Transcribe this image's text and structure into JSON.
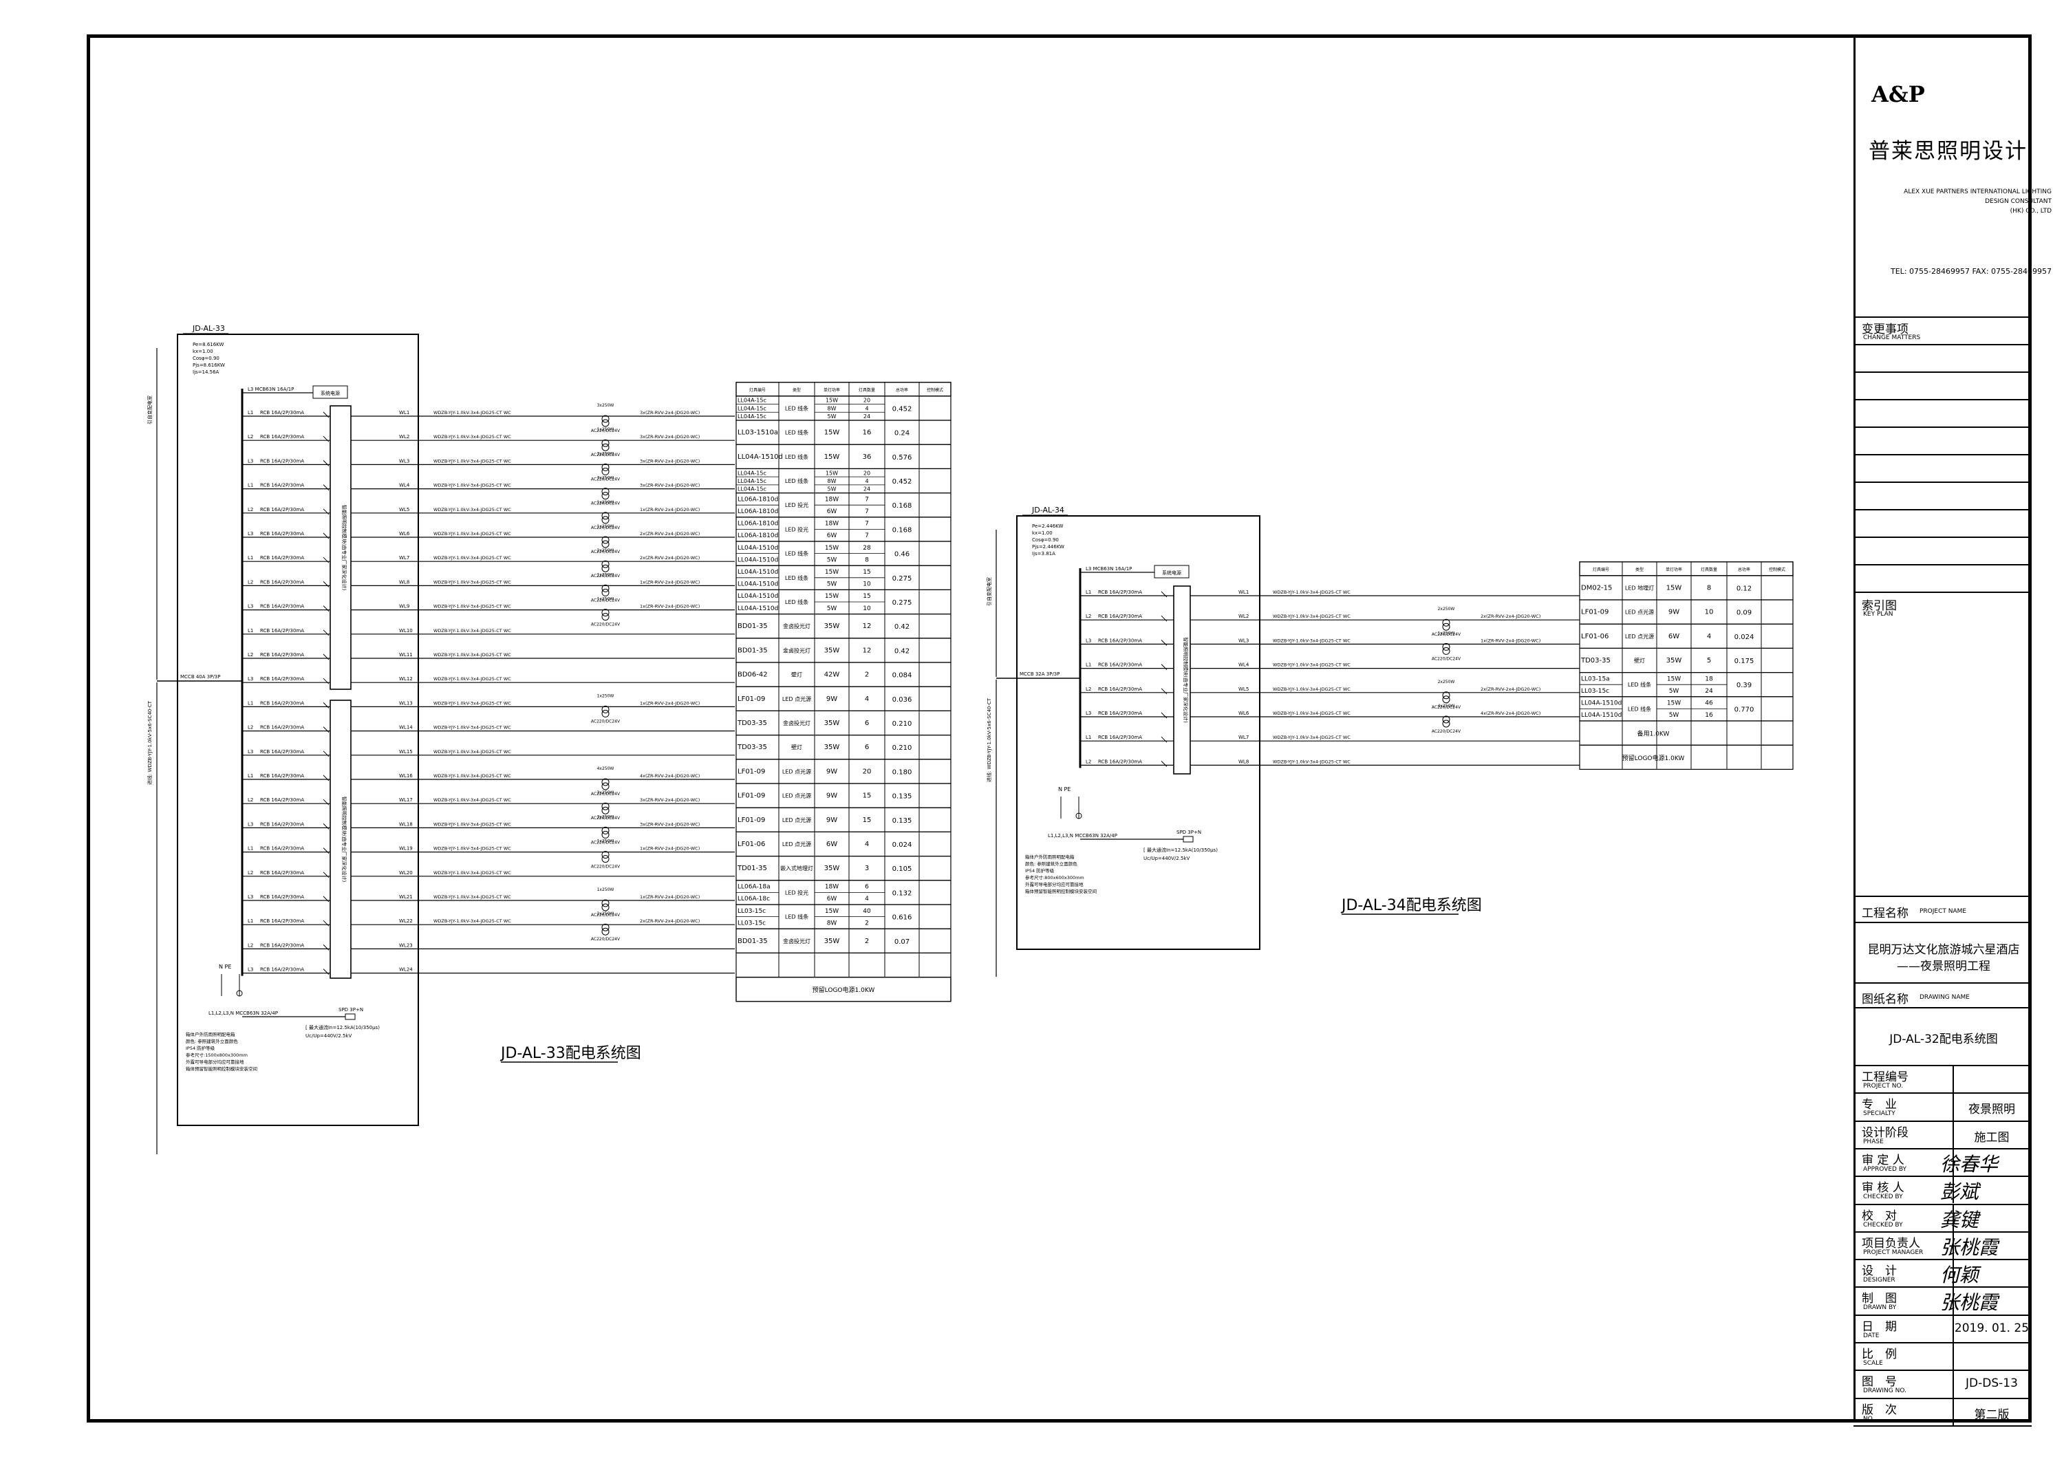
{
  "sheet": {
    "logo": "A&P",
    "company_cn": "普莱思照明设计",
    "company_en_1": "ALEX XUE PARTNERS INTERNATIONAL LIGHTING",
    "company_en_2": "DESIGN CONSULTANT",
    "company_en_3": "(HK) CO., LTD",
    "tel": "TEL: 0755-28469957   FAX: 0755-28469957",
    "change_cn": "变更事项",
    "change_en": "CHANGE MATTERS",
    "keyplan_cn": "索引图",
    "keyplan_en": "KEY PLAN",
    "project_label": "工程名称",
    "project_label_en": "PROJECT NAME",
    "project_name_1": "昆明万达文化旅游城六星酒店",
    "project_name_2": "——夜景照明工程",
    "drawing_label": "图纸名称",
    "drawing_label_en": "DRAWING NAME",
    "drawing_name": "JD-AL-32配电系统图",
    "rows": [
      {
        "cn": "工程编号",
        "en": "PROJECT NO.",
        "value": ""
      },
      {
        "cn": "专　业",
        "en": "SPECIALTY",
        "value": "夜景照明"
      },
      {
        "cn": "设计阶段",
        "en": "PHASE",
        "value": "施工图"
      },
      {
        "cn": "审 定 人",
        "en": "APPROVED BY",
        "value": "",
        "sig": "徐春华"
      },
      {
        "cn": "审 核 人",
        "en": "CHECKED BY",
        "value": "",
        "sig": "彭斌"
      },
      {
        "cn": "校　对",
        "en": "CHECKED BY",
        "value": "",
        "sig": "龚键"
      },
      {
        "cn": "项目负责人",
        "en": "PROJECT MANAGER",
        "value": "",
        "sig": "张桃霞"
      },
      {
        "cn": "设　计",
        "en": "DESIGNER",
        "value": "",
        "sig": "何颖"
      },
      {
        "cn": "制　图",
        "en": "DRAWN BY",
        "value": "",
        "sig": "张桃霞"
      },
      {
        "cn": "日　期",
        "en": "DATE",
        "value": "2019. 01. 25"
      },
      {
        "cn": "比　例",
        "en": "SCALE",
        "value": ""
      },
      {
        "cn": "图　号",
        "en": "DRAWING NO.",
        "value": "JD-DS-13"
      },
      {
        "cn": "版　次",
        "en": "NO.",
        "value": "第二版"
      }
    ]
  },
  "diagram_33": {
    "box_label": "JD-AL-33",
    "title": "JD-AL-33配电系统图",
    "params": [
      "Pe=8.616KW",
      "kx=1.00",
      "Cosφ=0.90",
      "Pjs=8.616KW",
      "Ijs=14.56A"
    ],
    "main_breaker": "MCCB 40A 3P/3P",
    "incoming_cable": "进线: WDZB-YJY-1.0kV-5x6-SC40-CT",
    "left_source": "引自变配电室",
    "control_box": "系统电源",
    "top_breaker": "L3  MCB63N 16A/1P",
    "loop_note": "智能照明控制模块(由专业厂家深化设计)",
    "ground": "N   PE",
    "spd_breaker": "L1,L2,L3,N   MCCB63N 32A/4P",
    "spd": "SPD 3P+N",
    "spd_note": "[ 最大通流In=12.5kA(10/350μs)",
    "spd_note2": "Uc/Up=440V/2.5kV",
    "notes": [
      "箱体户外防雨照明配电箱",
      "颜色: 参照建筑外立面颜色",
      "IP54  防护等级",
      "参考尺寸:1500x800x300mm",
      "外露可导电部分均应可靠接地",
      "箱体预留智能照明控制模块安装空间"
    ],
    "circuits": [
      {
        "phase": "L1",
        "breaker": "RCB 16A/2P/30mA",
        "wl": "WL1",
        "cable": "WDZB-YJY-1.0kV-3x4-JDG25-CT WC",
        "qty": "3x250W",
        "lamp_cable": "3x(ZR-RVV-2x4-JDG20-WC)",
        "rows": [
          [
            "LL04A-15c",
            "LED 线条",
            "15W",
            "20"
          ],
          [
            "LL04A-15c",
            "",
            "8W",
            "4"
          ],
          [
            "LL04A-15c",
            "",
            "5W",
            "24"
          ]
        ],
        "load": "0.452"
      },
      {
        "phase": "L2",
        "breaker": "RCB 16A/2P/30mA",
        "wl": "WL2",
        "cable": "WDZB-YJY-1.0kV-3x4-JDG25-CT WC",
        "qty": "1x250W",
        "lamp_cable": "3x(ZR-RVV-2x4-JDG20-WC)",
        "rows": [
          [
            "LL03-1510a",
            "LED 线条",
            "15W",
            "16"
          ]
        ],
        "load": "0.24"
      },
      {
        "phase": "L3",
        "breaker": "RCB 16A/2P/30mA",
        "wl": "WL3",
        "cable": "WDZB-YJY-1.0kV-3x4-JDG25-CT WC",
        "qty": "3x250W",
        "lamp_cable": "3x(ZR-RVV-2x4-JDG20-WC)",
        "rows": [
          [
            "LL04A-1510d",
            "LED 线条",
            "15W",
            "36"
          ]
        ],
        "load": "0.576"
      },
      {
        "phase": "L1",
        "breaker": "RCB 16A/2P/30mA",
        "wl": "WL4",
        "cable": "WDZB-YJY-1.0kV-3x4-JDG25-CT WC",
        "qty": "3x250W",
        "lamp_cable": "3x(ZR-RVV-2x4-JDG20-WC)",
        "rows": [
          [
            "LL04A-15c",
            "LED 线条",
            "15W",
            "20"
          ],
          [
            "LL04A-15c",
            "",
            "8W",
            "4"
          ],
          [
            "LL04A-15c",
            "",
            "5W",
            "24"
          ]
        ],
        "load": "0.452"
      },
      {
        "phase": "L2",
        "breaker": "RCB 16A/2P/30mA",
        "wl": "WL5",
        "cable": "WDZB-YJY-1.0kV-3x4-JDG25-CT WC",
        "qty": "1x250W",
        "lamp_cable": "1x(ZR-RVV-2x4-JDG20-WC)",
        "rows": [
          [
            "LL06A-1810d",
            "LED 投光",
            "18W",
            "7"
          ],
          [
            "LL06A-1810d",
            "",
            "6W",
            "7"
          ]
        ],
        "load": "0.168"
      },
      {
        "phase": "L3",
        "breaker": "RCB 16A/2P/30mA",
        "wl": "WL6",
        "cable": "WDZB-YJY-1.0kV-3x4-JDG25-CT WC",
        "qty": "1x250W",
        "lamp_cable": "2x(ZR-RVV-2x4-JDG20-WC)",
        "rows": [
          [
            "LL06A-1810d",
            "LED 投光",
            "18W",
            "7"
          ],
          [
            "LL06A-1810d",
            "",
            "6W",
            "7"
          ]
        ],
        "load": "0.168"
      },
      {
        "phase": "L1",
        "breaker": "RCB 16A/2P/30mA",
        "wl": "WL7",
        "cable": "WDZB-YJY-1.0kV-3x4-JDG25-CT WC",
        "qty": "2x250W",
        "lamp_cable": "2x(ZR-RVV-2x4-JDG20-WC)",
        "rows": [
          [
            "LL04A-1510d",
            "LED 线条",
            "15W",
            "28"
          ],
          [
            "LL04A-1510d",
            "",
            "5W",
            "8"
          ]
        ],
        "load": "0.46"
      },
      {
        "phase": "L2",
        "breaker": "RCB 16A/2P/30mA",
        "wl": "WL8",
        "cable": "WDZB-YJY-1.0kV-3x4-JDG25-CT WC",
        "qty": "1x250W",
        "lamp_cable": "1x(ZR-RVV-2x4-JDG20-WC)",
        "rows": [
          [
            "LL04A-1510d",
            "LED 线条",
            "15W",
            "15"
          ],
          [
            "LL04A-1510d",
            "",
            "5W",
            "10"
          ]
        ],
        "load": "0.275"
      },
      {
        "phase": "L3",
        "breaker": "RCB 16A/2P/30mA",
        "wl": "WL9",
        "cable": "WDZB-YJY-1.0kV-3x4-JDG25-CT WC",
        "qty": "1x250W",
        "lamp_cable": "1x(ZR-RVV-2x4-JDG20-WC)",
        "rows": [
          [
            "LL04A-1510d",
            "LED 线条",
            "15W",
            "15"
          ],
          [
            "LL04A-1510d",
            "",
            "5W",
            "10"
          ]
        ],
        "load": "0.275"
      },
      {
        "phase": "L1",
        "breaker": "RCB 16A/2P/30mA",
        "wl": "WL10",
        "cable": "WDZB-YJY-1.0kV-3x4-JDG25-CT WC",
        "qty": "",
        "lamp_cable": "",
        "rows": [
          [
            "BD01-35",
            "金卤投光灯",
            "35W",
            "12"
          ]
        ],
        "load": "0.42"
      },
      {
        "phase": "L2",
        "breaker": "RCB 16A/2P/30mA",
        "wl": "WL11",
        "cable": "WDZB-YJY-1.0kV-3x4-JDG25-CT WC",
        "qty": "",
        "lamp_cable": "",
        "rows": [
          [
            "BD01-35",
            "金卤投光灯",
            "35W",
            "12"
          ]
        ],
        "load": "0.42"
      },
      {
        "phase": "L3",
        "breaker": "RCB 16A/2P/30mA",
        "wl": "WL12",
        "cable": "WDZB-YJY-1.0kV-3x4-JDG25-CT WC",
        "qty": "",
        "lamp_cable": "",
        "rows": [
          [
            "BD06-42",
            "壁灯",
            "42W",
            "2"
          ]
        ],
        "load": "0.084"
      },
      {
        "phase": "L1",
        "breaker": "RCB 16A/2P/30mA",
        "wl": "WL13",
        "cable": "WDZB-YJY-1.0kV-3x4-JDG25-CT WC",
        "qty": "1x250W",
        "lamp_cable": "1x(ZR-RVV-2x4-JDG20-WC)",
        "rows": [
          [
            "LF01-09",
            "LED 点光源",
            "9W",
            "4"
          ]
        ],
        "load": "0.036"
      },
      {
        "phase": "L2",
        "breaker": "RCB 16A/2P/30mA",
        "wl": "WL14",
        "cable": "WDZB-YJY-1.0kV-3x4-JDG25-CT WC",
        "qty": "",
        "lamp_cable": "",
        "rows": [
          [
            "TD03-35",
            "金卤投光灯",
            "35W",
            "6"
          ]
        ],
        "load": "0.210"
      },
      {
        "phase": "L3",
        "breaker": "RCB 16A/2P/30mA",
        "wl": "WL15",
        "cable": "WDZB-YJY-1.0kV-3x4-JDG25-CT WC",
        "qty": "",
        "lamp_cable": "",
        "rows": [
          [
            "TD03-35",
            "壁灯",
            "35W",
            "6"
          ]
        ],
        "load": "0.210"
      },
      {
        "phase": "L1",
        "breaker": "RCB 16A/2P/30mA",
        "wl": "WL16",
        "cable": "WDZB-YJY-1.0kV-3x4-JDG25-CT WC",
        "qty": "4x250W",
        "lamp_cable": "4x(ZR-RVV-2x4-JDG20-WC)",
        "rows": [
          [
            "LF01-09",
            "LED 点光源",
            "9W",
            "20"
          ]
        ],
        "load": "0.180"
      },
      {
        "phase": "L2",
        "breaker": "RCB 16A/2P/30mA",
        "wl": "WL17",
        "cable": "WDZB-YJY-1.0kV-3x4-JDG25-CT WC",
        "qty": "3x250W",
        "lamp_cable": "3x(ZR-RVV-2x4-JDG20-WC)",
        "rows": [
          [
            "LF01-09",
            "LED 点光源",
            "9W",
            "15"
          ]
        ],
        "load": "0.135"
      },
      {
        "phase": "L3",
        "breaker": "RCB 16A/2P/30mA",
        "wl": "WL18",
        "cable": "WDZB-YJY-1.0kV-3x4-JDG25-CT WC",
        "qty": "3x250W",
        "lamp_cable": "3x(ZR-RVV-2x4-JDG20-WC)",
        "rows": [
          [
            "LF01-09",
            "LED 点光源",
            "9W",
            "15"
          ]
        ],
        "load": "0.135"
      },
      {
        "phase": "L1",
        "breaker": "RCB 16A/2P/30mA",
        "wl": "WL19",
        "cable": "WDZB-YJY-1.0kV-3x4-JDG25-CT WC",
        "qty": "1x250W",
        "lamp_cable": "1x(ZR-RVV-2x4-JDG20-WC)",
        "rows": [
          [
            "LF01-06",
            "LED 点光源",
            "6W",
            "4"
          ]
        ],
        "load": "0.024"
      },
      {
        "phase": "L2",
        "breaker": "RCB 16A/2P/30mA",
        "wl": "WL20",
        "cable": "WDZB-YJY-1.0kV-3x4-JDG25-CT WC",
        "qty": "",
        "lamp_cable": "",
        "rows": [
          [
            "TD01-35",
            "嵌入式地埋灯",
            "35W",
            "3"
          ]
        ],
        "load": "0.105"
      },
      {
        "phase": "L3",
        "breaker": "RCB 16A/2P/30mA",
        "wl": "WL21",
        "cable": "WDZB-YJY-1.0kV-3x4-JDG25-CT WC",
        "qty": "1x250W",
        "lamp_cable": "1x(ZR-RVV-2x4-JDG20-WC)",
        "rows": [
          [
            "LL06A-18a",
            "LED 投光",
            "18W",
            "6"
          ],
          [
            "LL06A-18c",
            "",
            "6W",
            "4"
          ]
        ],
        "load": "0.132"
      },
      {
        "phase": "L1",
        "breaker": "RCB 16A/2P/30mA",
        "wl": "WL22",
        "cable": "WDZB-YJY-1.0kV-3x4-JDG25-CT WC",
        "qty": "2x250W",
        "lamp_cable": "2x(ZR-RVV-2x4-JDG20-WC)",
        "rows": [
          [
            "LL03-15c",
            "LED 线条",
            "15W",
            "40"
          ],
          [
            "LL03-15c",
            "",
            "8W",
            "2"
          ]
        ],
        "load": "0.616"
      },
      {
        "phase": "L2",
        "breaker": "RCB 16A/2P/30mA",
        "wl": "WL23",
        "cable": "",
        "qty": "",
        "lamp_cable": "",
        "rows": [
          [
            "BD01-35",
            "金卤投光灯",
            "35W",
            "2"
          ]
        ],
        "load": "0.07"
      },
      {
        "phase": "L3",
        "breaker": "RCB 16A/2P/30mA",
        "wl": "WL24",
        "cable": "",
        "qty": "",
        "lamp_cable": "",
        "rows": [],
        "load": ""
      }
    ],
    "footer": "预留LOGO电源1.0KW"
  },
  "diagram_34": {
    "box_label": "JD-AL-34",
    "title": "JD-AL-34配电系统图",
    "params": [
      "Pe=2.446KW",
      "kx=1.00",
      "Cosφ=0.90",
      "Pjs=2.446KW",
      "Ijs=3.81A"
    ],
    "main_breaker": "MCCB 32A 3P/3P",
    "incoming_cable": "进线: WDZB-YJY-1.0kV-5x6-SC40-CT",
    "left_source": "引自变配电室",
    "control_box": "系统电源",
    "top_breaker": "L3  MCB63N 16A/1P",
    "loop_note": "智能照明控制模块(由专业厂家深化设计)",
    "ground": "N   PE",
    "spd_breaker": "L1,L2,L3,N   MCCB63N 32A/4P",
    "spd": "SPD 3P+N",
    "spd_note": "[ 最大通流In=12.5kA(10/350μs)",
    "spd_note2": "Uc/Up=440V/2.5kV",
    "notes": [
      "箱体户外防雨照明配电箱",
      "颜色: 参照建筑外立面颜色",
      "IP54  防护等级",
      "参考尺寸:800x600x300mm",
      "外露可导电部分均应可靠接地",
      "箱体预留智能照明控制模块安装空间"
    ],
    "circuits": [
      {
        "phase": "L1",
        "breaker": "RCB 16A/2P/30mA",
        "wl": "WL1",
        "cable": "WDZB-YJY-1.0kV-3x4-JDG25-CT WC",
        "qty": "",
        "lamp_cable": "",
        "rows": [
          [
            "DM02-15",
            "LED 地埋灯",
            "15W",
            "8"
          ]
        ],
        "load": "0.12"
      },
      {
        "phase": "L2",
        "breaker": "RCB 16A/2P/30mA",
        "wl": "WL2",
        "cable": "WDZB-YJY-1.0kV-3x4-JDG25-CT WC",
        "qty": "2x250W",
        "lamp_cable": "2x(ZR-RVV-2x4-JDG20-WC)",
        "rows": [
          [
            "LF01-09",
            "LED 点光源",
            "9W",
            "10"
          ]
        ],
        "load": "0.09"
      },
      {
        "phase": "L3",
        "breaker": "RCB 16A/2P/30mA",
        "wl": "WL3",
        "cable": "WDZB-YJY-1.0kV-3x4-JDG25-CT WC",
        "qty": "1x250W",
        "lamp_cable": "1x(ZR-RVV-2x4-JDG20-WC)",
        "rows": [
          [
            "LF01-06",
            "LED 点光源",
            "6W",
            "4"
          ]
        ],
        "load": "0.024"
      },
      {
        "phase": "L1",
        "breaker": "RCB 16A/2P/30mA",
        "wl": "WL4",
        "cable": "WDZB-YJY-1.0kV-3x4-JDG25-CT WC",
        "qty": "",
        "lamp_cable": "",
        "rows": [
          [
            "TD03-35",
            "壁灯",
            "35W",
            "5"
          ]
        ],
        "load": "0.175"
      },
      {
        "phase": "L2",
        "breaker": "RCB 16A/2P/30mA",
        "wl": "WL5",
        "cable": "WDZB-YJY-1.0kV-3x4-JDG25-CT WC",
        "qty": "2x250W",
        "lamp_cable": "2x(ZR-RVV-2x4-JDG20-WC)",
        "rows": [
          [
            "LL03-15a",
            "LED 线条",
            "15W",
            "18"
          ],
          [
            "LL03-15c",
            "",
            "5W",
            "24"
          ]
        ],
        "load": "0.39"
      },
      {
        "phase": "L3",
        "breaker": "RCB 16A/2P/30mA",
        "wl": "WL6",
        "cable": "WDZB-YJY-1.0kV-3x4-JDG25-CT WC",
        "qty": "4x250W",
        "lamp_cable": "4x(ZR-RVV-2x4-JDG20-WC)",
        "rows": [
          [
            "LL04A-1510d",
            "LED 线条",
            "15W",
            "46"
          ],
          [
            "LL04A-1510d",
            "",
            "5W",
            "16"
          ]
        ],
        "load": "0.770"
      },
      {
        "phase": "L1",
        "breaker": "RCB 16A/2P/30mA",
        "wl": "WL7",
        "cable": "WDZB-YJY-1.0kV-3x4-JDG25-CT WC",
        "qty": "",
        "lamp_cable": "",
        "rows": [],
        "load": "",
        "span_text": "备用1.0KW"
      },
      {
        "phase": "L2",
        "breaker": "RCB 16A/2P/30mA",
        "wl": "WL8",
        "cable": "WDZB-YJY-1.0kV-3x4-JDG25-CT WC",
        "qty": "",
        "lamp_cable": "",
        "rows": [],
        "load": "",
        "span_text": "预留LOGO电源1.0KW"
      }
    ],
    "footer": ""
  },
  "table_headers": [
    "灯具编号",
    "类型",
    "单灯功率",
    "灯具数量",
    "总功率",
    "控制模式"
  ]
}
